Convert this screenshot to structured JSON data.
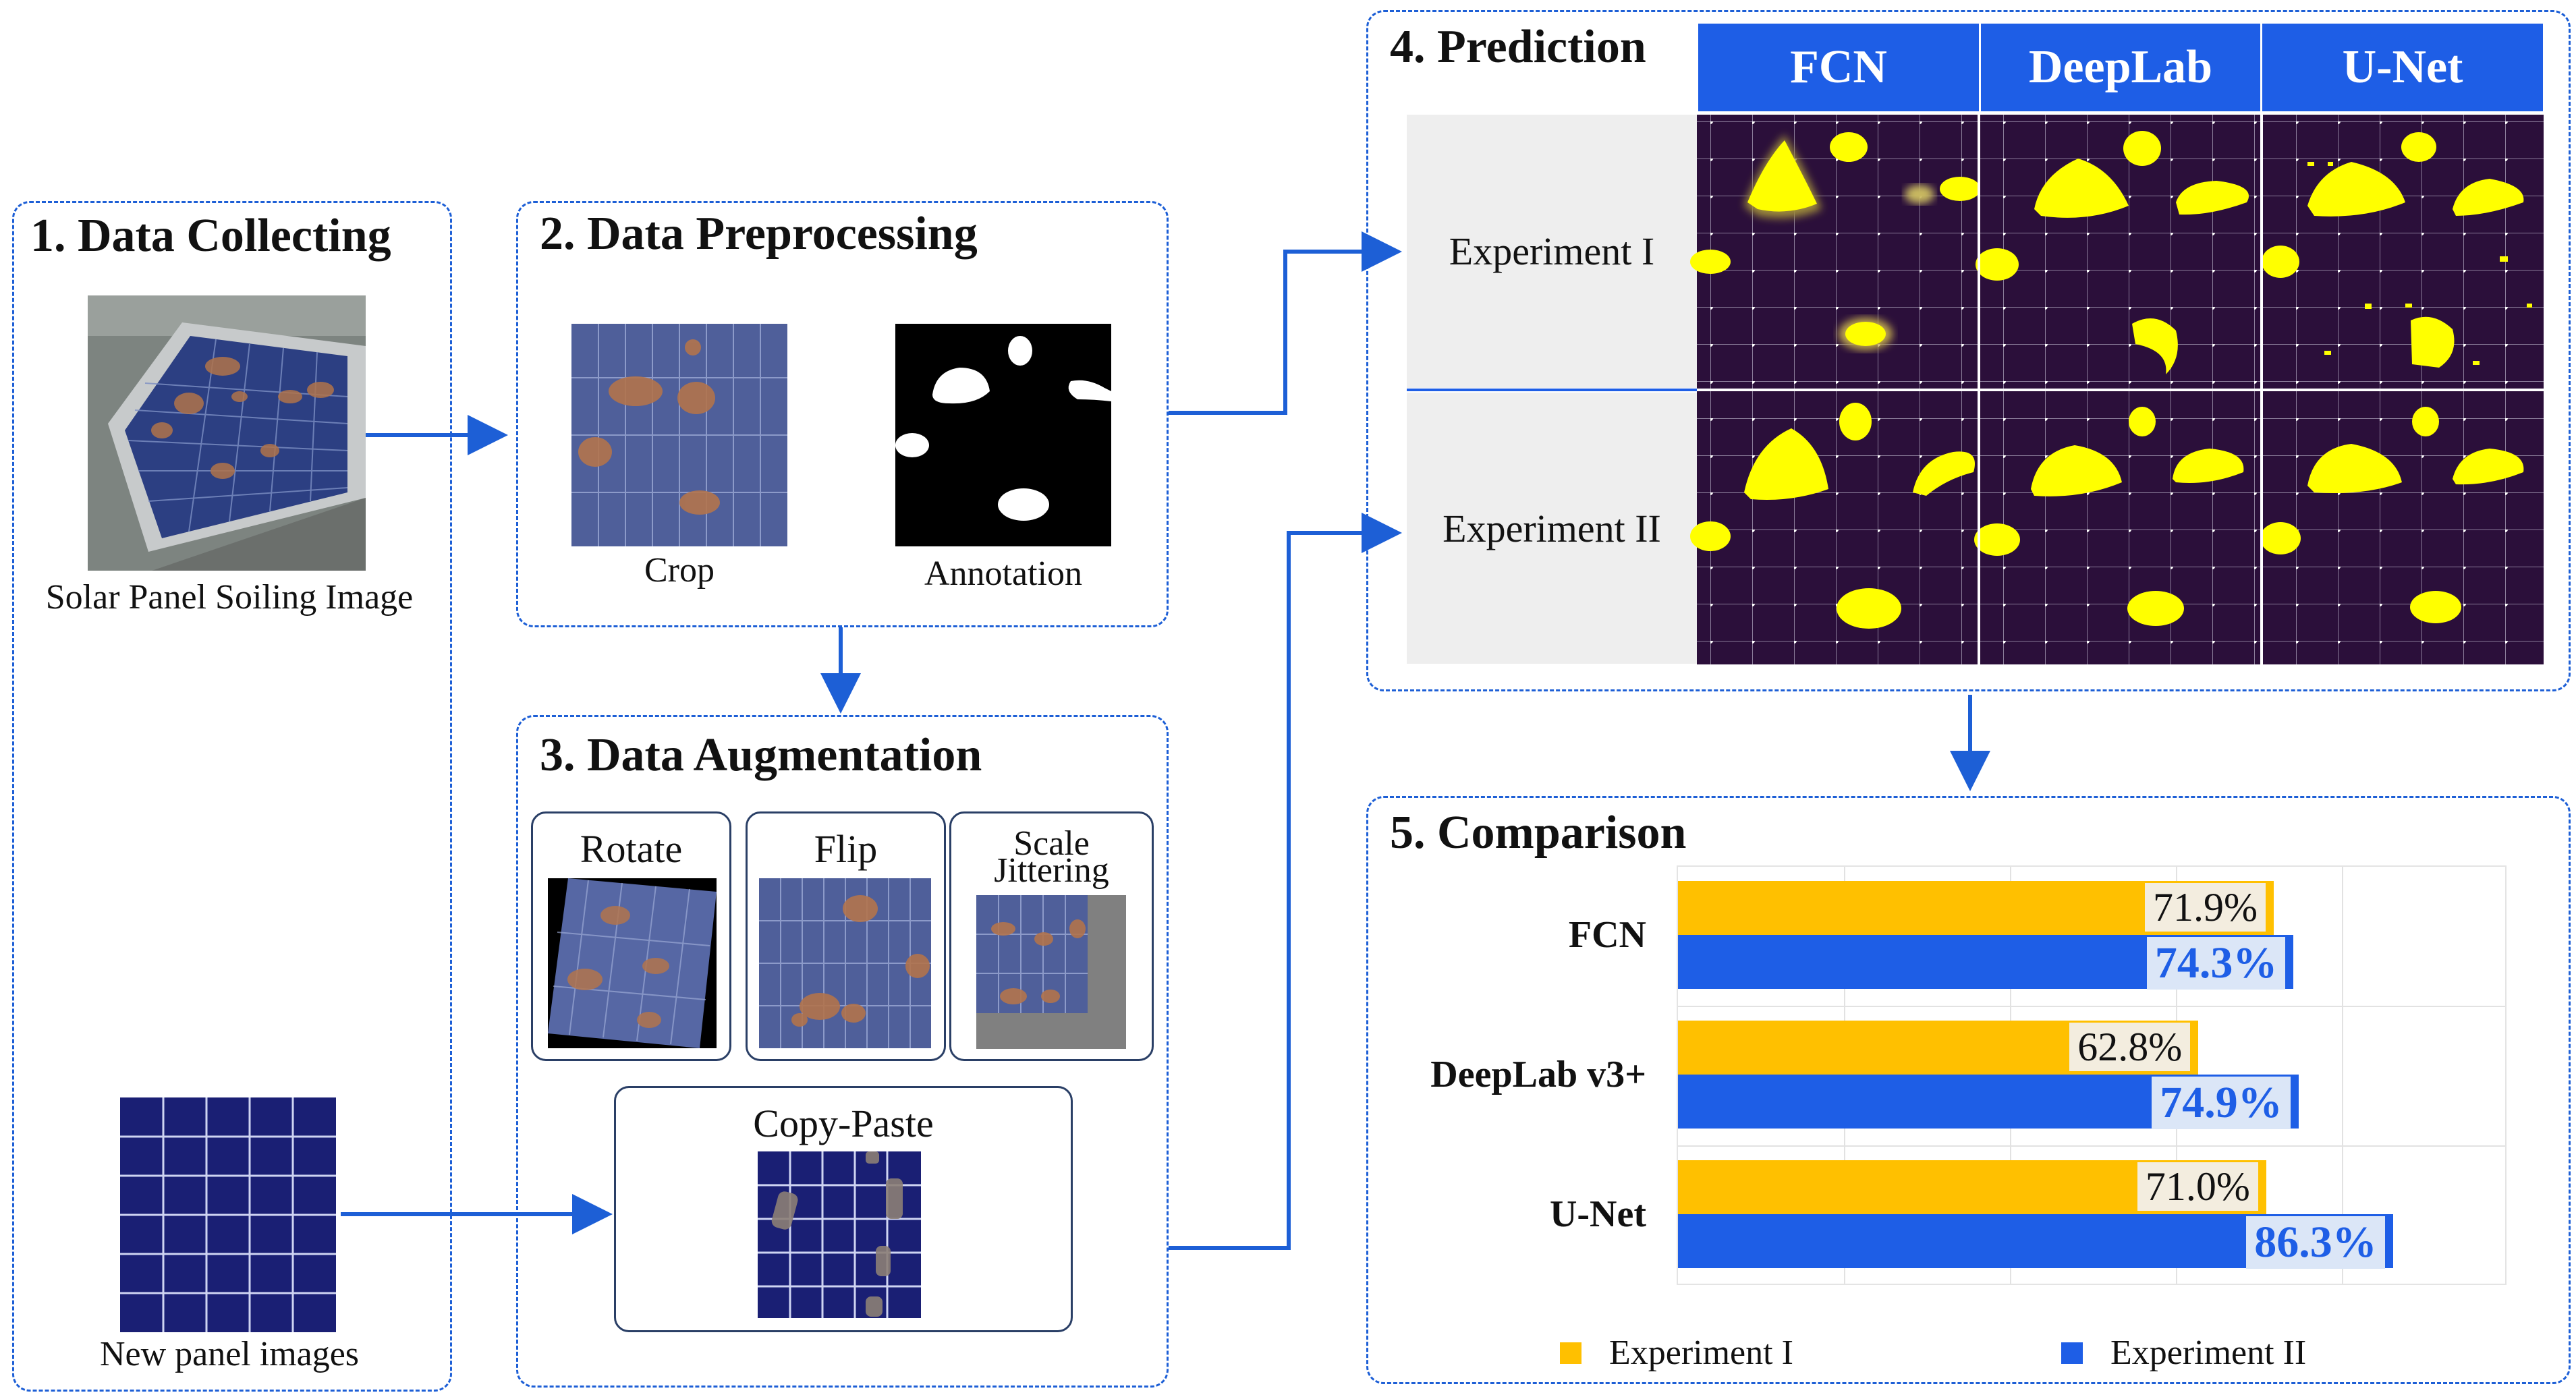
{
  "sections": {
    "collecting": {
      "title": "1. Data Collecting",
      "solar_caption": "Solar Panel Soiling Image",
      "new_caption": "New panel images"
    },
    "preprocessing": {
      "title": "2. Data Preprocessing",
      "crop_caption": "Crop",
      "annotation_caption": "Annotation"
    },
    "augmentation": {
      "title": "3. Data Augmentation",
      "rotate": "Rotate",
      "flip": "Flip",
      "scale_line1": "Scale",
      "scale_line2": "Jittering",
      "copy_paste": "Copy-Paste"
    },
    "prediction": {
      "title": "4. Prediction",
      "models": [
        "FCN",
        "DeepLab",
        "U-Net"
      ],
      "experiments": [
        "Experiment I",
        "Experiment II"
      ]
    },
    "comparison": {
      "title": "5. Comparison",
      "legend": [
        "Experiment I",
        "Experiment II"
      ]
    }
  },
  "colors": {
    "accent_blue": "#1e5ee6",
    "exp1_bar": "#ffc000",
    "exp2_bar": "#1e5ee6",
    "mask_yellow": "#ffff00",
    "mask_bg": "#2b0f3a"
  },
  "chart_data": {
    "type": "bar",
    "orientation": "horizontal",
    "categories": [
      "FCN",
      "DeepLab v3+",
      "U-Net"
    ],
    "series": [
      {
        "name": "Experiment I",
        "values": [
          71.9,
          62.8,
          71.0
        ],
        "labels": [
          "71.9%",
          "62.8%",
          "71.0%"
        ],
        "color": "#ffc000"
      },
      {
        "name": "Experiment II",
        "values": [
          74.3,
          74.9,
          86.3
        ],
        "labels": [
          "74.3%",
          "74.9%",
          "86.3%"
        ],
        "color": "#1e5ee6"
      }
    ],
    "xlim": [
      0,
      100
    ],
    "grid": true,
    "legend_position": "bottom"
  }
}
